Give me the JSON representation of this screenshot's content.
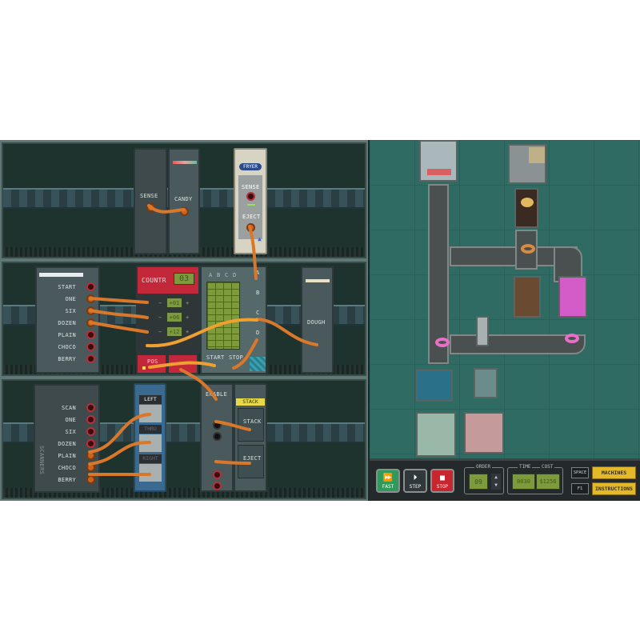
{
  "rack": {
    "row1": {
      "scanner_label": "SENSE",
      "candy_label": "CANDY",
      "fryer": {
        "title": "FRYER",
        "sense": "SENSE",
        "eject": "EJECT"
      }
    },
    "row2": {
      "input": {
        "labels": [
          "START",
          "ONE",
          "SIX",
          "DOZEN",
          "PLAIN",
          "CHOCO",
          "BERRY"
        ]
      },
      "counter": {
        "title": "COUNTR",
        "value": "03",
        "steps": [
          "+01",
          "+06",
          "+12"
        ],
        "pos_label": "POS"
      },
      "sequencer": {
        "columns": [
          "A",
          "B",
          "C",
          "D"
        ],
        "outputs": [
          "A",
          "B",
          "C",
          "D"
        ],
        "start": "START",
        "stop": "STOP"
      },
      "dough_label": "DOUGH"
    },
    "row3": {
      "input": {
        "labels": [
          "SCAN",
          "ONE",
          "SIX",
          "DOZEN",
          "PLAIN",
          "CHOCO",
          "BERRY"
        ],
        "side_label": "SCANNERS"
      },
      "router": {
        "labels": [
          "LEFT",
          "THRU",
          "RIGHT"
        ]
      },
      "enable_label": "ENABLE",
      "stack": {
        "title": "STACK",
        "stack": "STACK",
        "eject": "EJECT"
      }
    }
  },
  "controls": {
    "fast": "FAST",
    "step": "STEP",
    "stop": "STOP",
    "order_label": "ORDER",
    "order_value": "09",
    "time_label": "TIME",
    "time_value": "0030",
    "cost_label": "COST",
    "cost_value": "$1256",
    "space_key": "SPACE",
    "machines": "MACHINES",
    "f1_key": "F1",
    "instructions": "INSTRUCTIONS"
  },
  "colors": {
    "cable": "#d9782a",
    "fast": "#2f9a5a",
    "stop": "#c8262e",
    "accent": "#e3b92a"
  }
}
